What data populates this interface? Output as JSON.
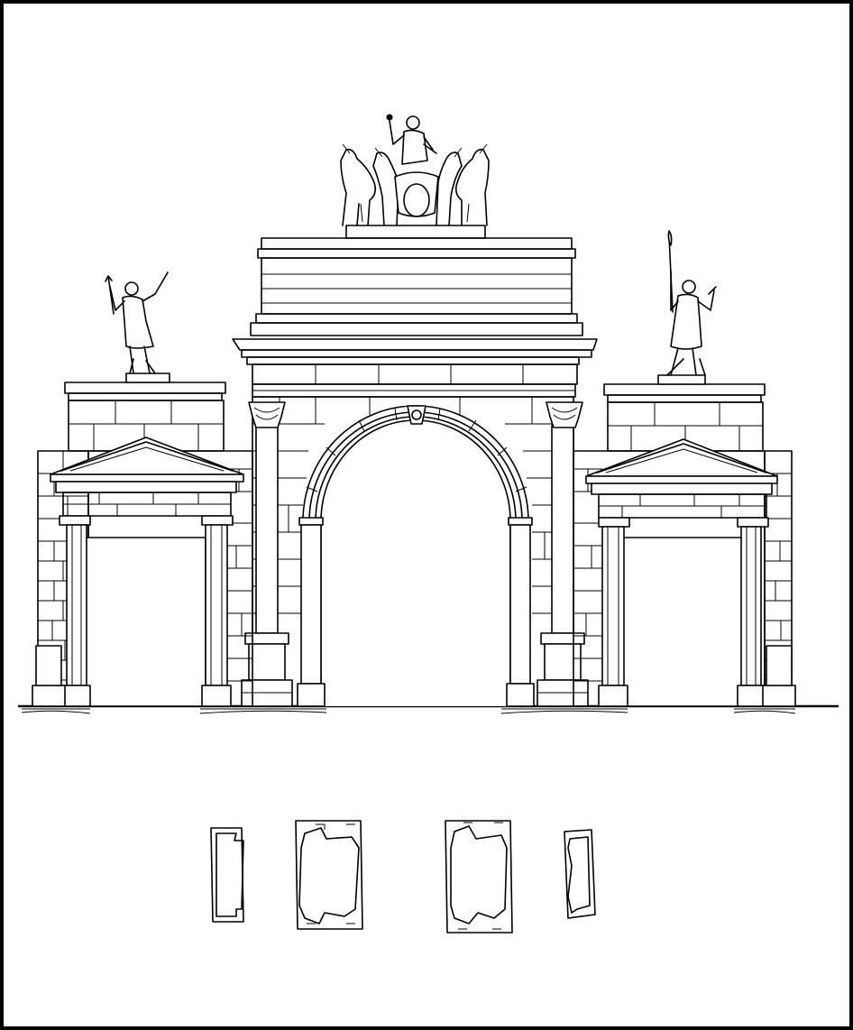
{
  "drawing": {
    "subject": "triumphal-arch-elevation",
    "line_color": "#000000",
    "paper_color": "#ffffff",
    "elevation_parts": [
      "quadriga-statue",
      "attic",
      "central-arch",
      "left-bay",
      "right-bay",
      "left-warrior-statue",
      "right-warrior-statue"
    ],
    "plan_parts": [
      "pier-plan-1",
      "pier-plan-2",
      "pier-plan-3",
      "pier-plan-4"
    ]
  }
}
